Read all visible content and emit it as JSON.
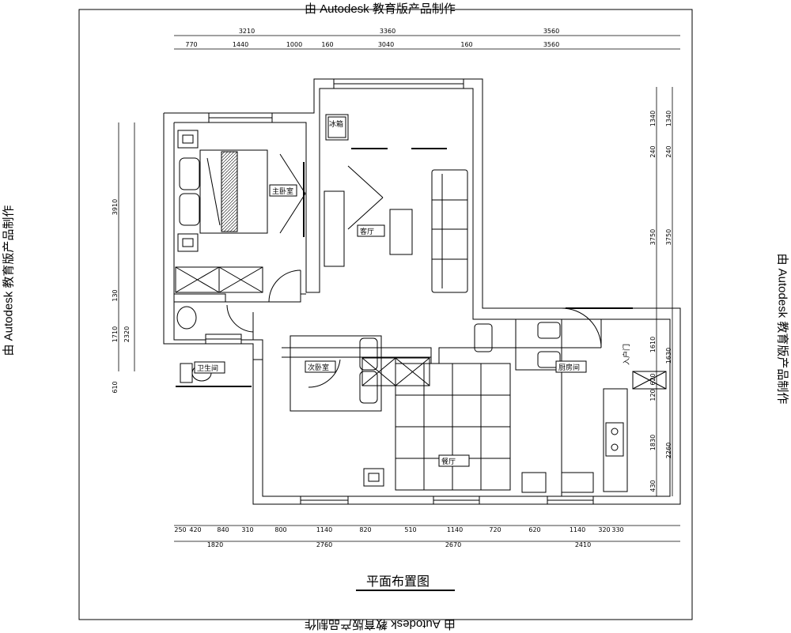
{
  "watermark": "由 Autodesk 教育版产品制作",
  "title": "平面布置图",
  "rooms": {
    "master_bedroom": "主卧室",
    "living_room": "客厅",
    "bathroom": "卫生间",
    "second_bedroom": "次卧室",
    "dining_room": "餐厅",
    "kitchen": "厨房间",
    "entrance": "入户门",
    "fridge": "冰箱"
  },
  "dims": {
    "top_outer": [
      "3210",
      "3360",
      "3560"
    ],
    "top_inner": [
      "770",
      "1440",
      "1000",
      "160",
      "3040",
      "160",
      "3560"
    ],
    "bottom_inner": [
      "250",
      "420",
      "840",
      "310",
      "800",
      "1140",
      "820",
      "510",
      "1140",
      "720",
      "620",
      "1140",
      "320",
      "330"
    ],
    "bottom_outer": [
      "1820",
      "2760",
      "2670",
      "2410"
    ],
    "left": [
      "3910",
      "130",
      "1710",
      "2320",
      "610"
    ],
    "right_inner": [
      "1340",
      "240",
      "3750",
      "1610",
      "620",
      "120",
      "1830",
      "430"
    ],
    "right_outer": [
      "1340",
      "240",
      "3750",
      "1630",
      "2260"
    ]
  }
}
